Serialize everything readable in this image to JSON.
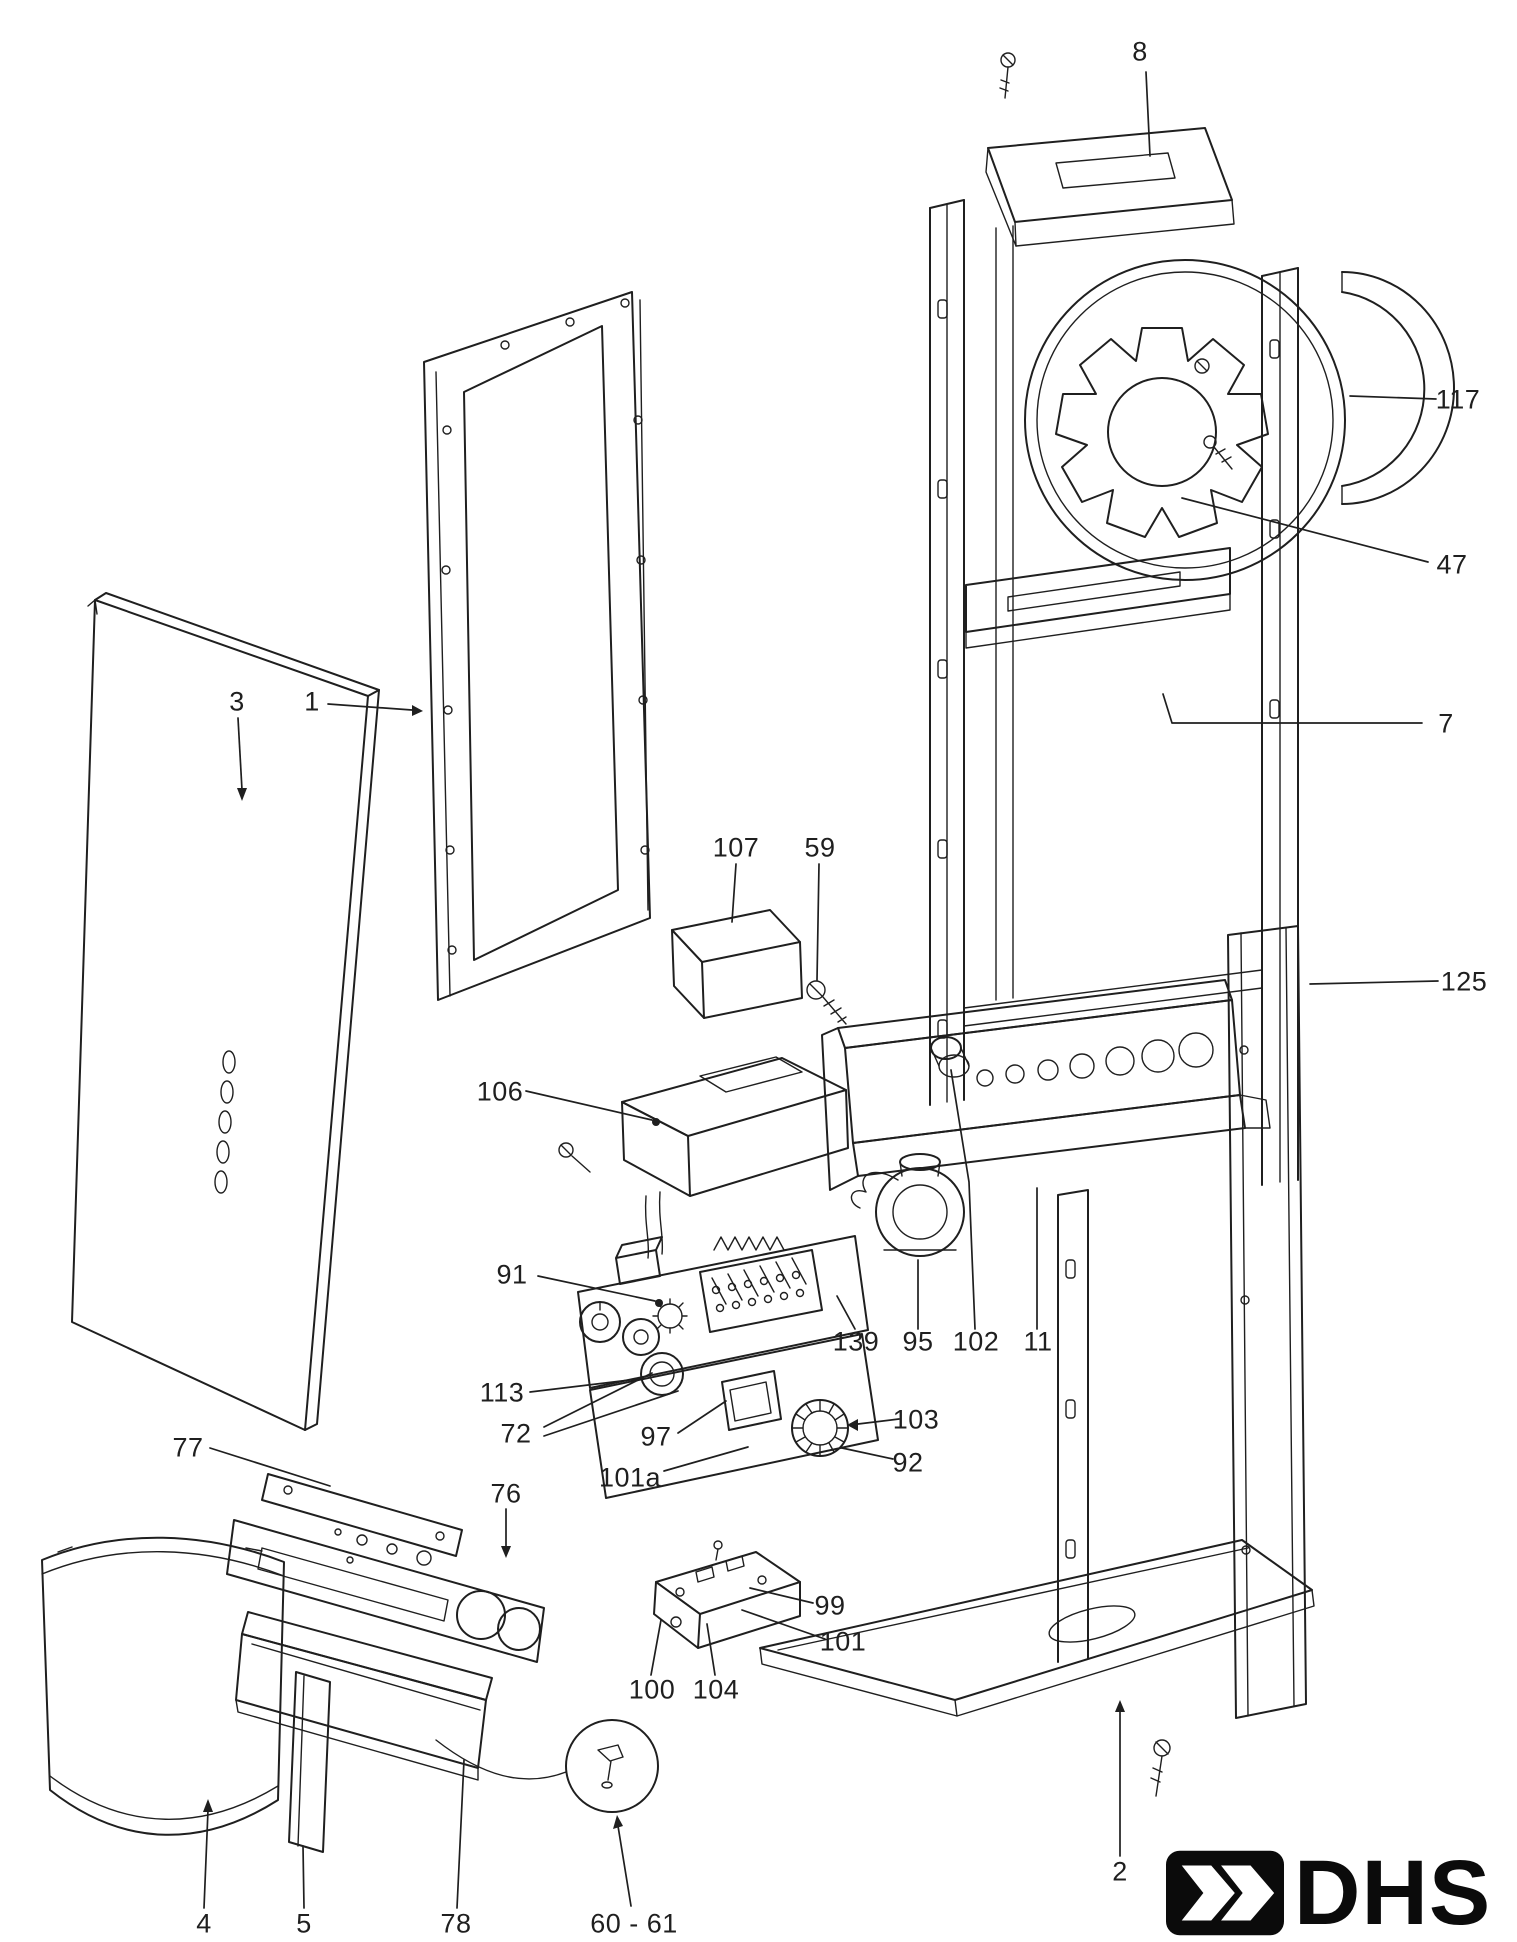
{
  "diagram": {
    "callouts": [
      {
        "label": "8"
      },
      {
        "label": "117"
      },
      {
        "label": "47"
      },
      {
        "label": "7"
      },
      {
        "label": "125"
      },
      {
        "label": "3"
      },
      {
        "label": "1"
      },
      {
        "label": "107"
      },
      {
        "label": "59"
      },
      {
        "label": "106"
      },
      {
        "label": "91"
      },
      {
        "label": "113"
      },
      {
        "label": "72"
      },
      {
        "label": "97"
      },
      {
        "label": "101a"
      },
      {
        "label": "139"
      },
      {
        "label": "95"
      },
      {
        "label": "102"
      },
      {
        "label": "11"
      },
      {
        "label": "103"
      },
      {
        "label": "92"
      },
      {
        "label": "77"
      },
      {
        "label": "76"
      },
      {
        "label": "99"
      },
      {
        "label": "101"
      },
      {
        "label": "100"
      },
      {
        "label": "104"
      },
      {
        "label": "4"
      },
      {
        "label": "5"
      },
      {
        "label": "78"
      },
      {
        "label": "60 - 61"
      },
      {
        "label": "2"
      }
    ],
    "logo_text": "DHS"
  },
  "colors": {
    "line": "#1f1f1f",
    "background": "#ffffff",
    "logo": "#0b0b0b"
  }
}
